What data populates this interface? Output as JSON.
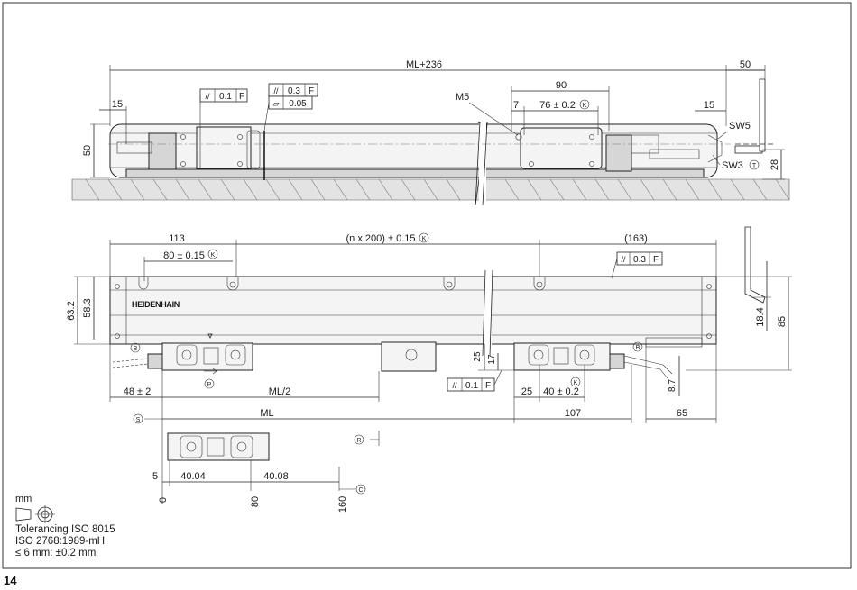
{
  "page_number": "14",
  "units": "mm",
  "notes": [
    "Tolerancing ISO 8015",
    "ISO 2768:1989-mH",
    "≤ 6 mm: ±0.2 mm"
  ],
  "brand_text": "HEIDENHAIN",
  "side_view": {
    "dims": {
      "ml236": "ML+236",
      "d50_top": "50",
      "d15_left": "15",
      "d90": "90",
      "m5": "M5",
      "d7": "7",
      "d76": "76 ± 0.2",
      "d15_right": "15",
      "sw5": "SW5",
      "sw3": "SW3",
      "d50_left": "50",
      "d28": "28"
    },
    "tol_a": {
      "sym": "//",
      "val": "0.1",
      "ref": "F"
    },
    "tol_b": {
      "sym": "//",
      "val": "0.3",
      "ref": "F"
    },
    "tol_c": {
      "sym": "▱",
      "val": "0.05"
    },
    "callout_k": "K",
    "callout_t": "T"
  },
  "front_view": {
    "dims": {
      "d113": "113",
      "n200": "(n x 200) ± 0.15",
      "d163": "(163)",
      "d80": "80 ± 0.15",
      "d63": "63.2",
      "d58": "58.3",
      "d18": "18.4",
      "d85": "85",
      "d25_v": "25",
      "d17": "17",
      "d87": "8.7",
      "d48": "48 ± 2",
      "mlhalf": "ML/2",
      "d25_h": "25",
      "d40": "40 ± 0.2",
      "ml": "ML",
      "d107": "107",
      "d65": "65"
    },
    "tol_d": {
      "sym": "//",
      "val": "0.3",
      "ref": "F"
    },
    "tol_e": {
      "sym": "//",
      "val": "0.1",
      "ref": "F"
    },
    "callout_b": "B",
    "callout_p": "P",
    "callout_k": "K",
    "callout_s": "S",
    "callout_r": "R",
    "callout_c": "C"
  },
  "detail_view": {
    "dims": {
      "d5": "5",
      "d4004": "40.04",
      "d4008": "40.08"
    },
    "axis": [
      "0",
      "80",
      "160"
    ]
  }
}
